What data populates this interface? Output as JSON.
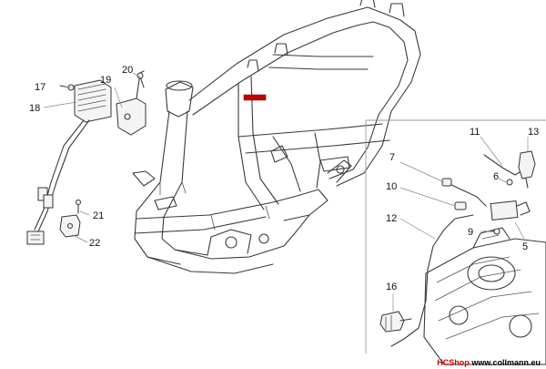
{
  "callouts": [
    {
      "id": "c17",
      "label": "17"
    },
    {
      "id": "c18",
      "label": "18"
    },
    {
      "id": "c19",
      "label": "19"
    },
    {
      "id": "c20",
      "label": "20"
    },
    {
      "id": "c21",
      "label": "21"
    },
    {
      "id": "c22",
      "label": "22"
    },
    {
      "id": "c11",
      "label": "11"
    },
    {
      "id": "c13",
      "label": "13"
    },
    {
      "id": "c7",
      "label": "7"
    },
    {
      "id": "c6",
      "label": "6"
    },
    {
      "id": "c10",
      "label": "10"
    },
    {
      "id": "c12",
      "label": "12"
    },
    {
      "id": "c9",
      "label": "9"
    },
    {
      "id": "c5",
      "label": "5"
    },
    {
      "id": "c16",
      "label": "16"
    }
  ],
  "watermark": {
    "prefix": "HCShop",
    "url": "www.collmann.eu"
  },
  "colors": {
    "line": "#3a3a3a",
    "accent": "#c40000",
    "detail_box": "#9a9a9a"
  }
}
